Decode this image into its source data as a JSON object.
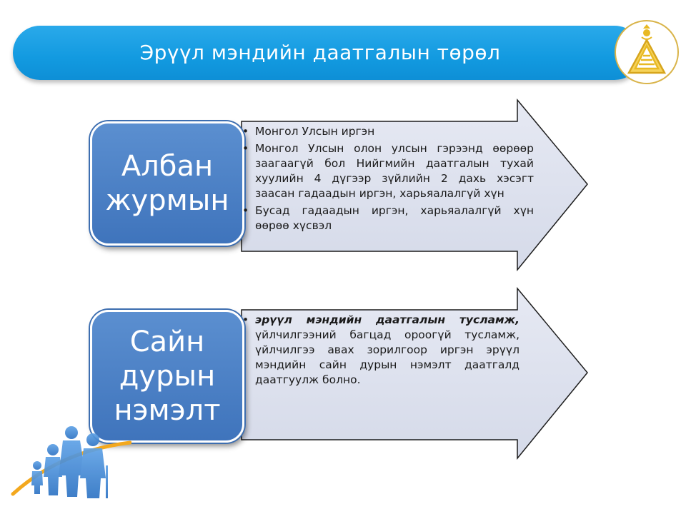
{
  "header": {
    "title": "Эрүүл мэндийн даатгалын төрөл"
  },
  "sections": [
    {
      "label_lines": [
        "Албан",
        "журмын"
      ],
      "bullets": [
        {
          "text": "Монгол Улсын иргэн"
        },
        {
          "text": "Монгол Улсын олон улсын гэрээнд өөрөөр заагаагүй бол Нийгмийн даатгалын тухай хуулийн 4 дүгээр зүйлийн 2 дахь хэсэгт заасан гадаадын иргэн, харьяалалгүй хүн"
        },
        {
          "text": "Бусад гадаадын иргэн, харьяалалгүй хүн өөрөө хүсвэл"
        }
      ]
    },
    {
      "label_lines": [
        "Сайн",
        "дурын",
        "нэмэлт"
      ],
      "bullets": [
        {
          "bold_part": "эрүүл мэндийн даатгалын тусламж,",
          "text": " үйлчилгээний багцад ороогүй тусламж, үйлчилгээ авах зорилгоор иргэн эрүүл мэндийн сайн дурын нэмэлт даатгалд даатгуулж болно."
        }
      ]
    }
  ],
  "colors": {
    "title_bar": "#129ae0",
    "label_box": "#4a7fc4",
    "arrow_fill": "#dde1ee",
    "arrow_stroke": "#1c1c1c",
    "logo_gold": "#e8b923",
    "family_blue": "#3f86d6"
  },
  "icons": [
    "logo-emblem-icon",
    "family-silhouette-icon"
  ]
}
